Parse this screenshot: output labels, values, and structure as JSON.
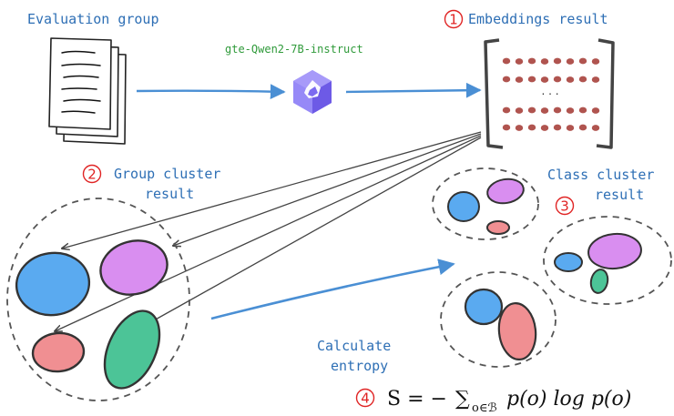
{
  "labels": {
    "evaluation_group": "Evaluation group",
    "model_name": "gte-Qwen2-7B-instruct",
    "embeddings_result": "Embeddings result",
    "group_cluster_line1": "Group cluster",
    "group_cluster_line2": "result",
    "class_cluster_line1": "Class cluster",
    "class_cluster_line2": "result",
    "calculate_line1": "Calculate",
    "calculate_line2": "entropy",
    "matrix_ellipsis": ". . ."
  },
  "step_numbers": {
    "one": "1",
    "two": "2",
    "three": "3",
    "four": "4"
  },
  "formula": {
    "lhs": "S = −",
    "sum": "∑",
    "subscript": "o∈ℬ",
    "rhs": "p(o) log p(o)"
  },
  "colors": {
    "blue_text": "#2e6fb5",
    "green_text": "#2f9a3a",
    "red_marker": "#e02424",
    "arrow_blue": "#4a8fd4",
    "dot": "#b0544f",
    "blob_blue": "#5aaaf0",
    "blob_purple": "#d98ef0",
    "blob_pink": "#f08f92",
    "blob_green": "#4cc497"
  }
}
